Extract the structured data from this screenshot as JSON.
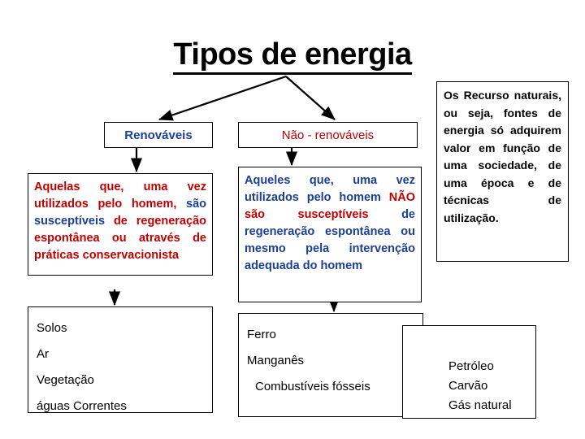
{
  "title": "Tipos de energia",
  "colors": {
    "red": "#c00000",
    "blue": "#1b3f94",
    "black": "#000000",
    "background": "#ffffff",
    "border": "#000000"
  },
  "branches": {
    "renewable": {
      "header": "Renováveis",
      "description": {
        "part1": "Aquelas que, uma vez utilizados pelo homem, ",
        "part2": "são susceptíveis",
        "part3": " de regeneração espontânea ou através de práticas conservacionista"
      },
      "examples": [
        "Solos",
        "Ar",
        "Vegetação",
        "águas Correntes"
      ]
    },
    "non_renewable": {
      "header": "Não - renováveis",
      "description": {
        "part1": "Aqueles que, uma vez utilizados pelo homem ",
        "part2": "NÃO são susceptíveis",
        "part3": " de regeneração espontânea ou mesmo pela intervenção adequada do homem"
      },
      "examples": [
        "Ferro",
        "Manganês",
        "Combustíveis fósseis"
      ],
      "fossil_fuels": [
        "Petróleo",
        "Carvão",
        "Gás natural"
      ]
    }
  },
  "note": {
    "text": "Os Recurso naturais, ou seja, fontes de energia só adquirem valor em função de uma sociedade, de uma época e de técnicas de utilização."
  },
  "icons": {
    "arrow": "arrow-head"
  }
}
